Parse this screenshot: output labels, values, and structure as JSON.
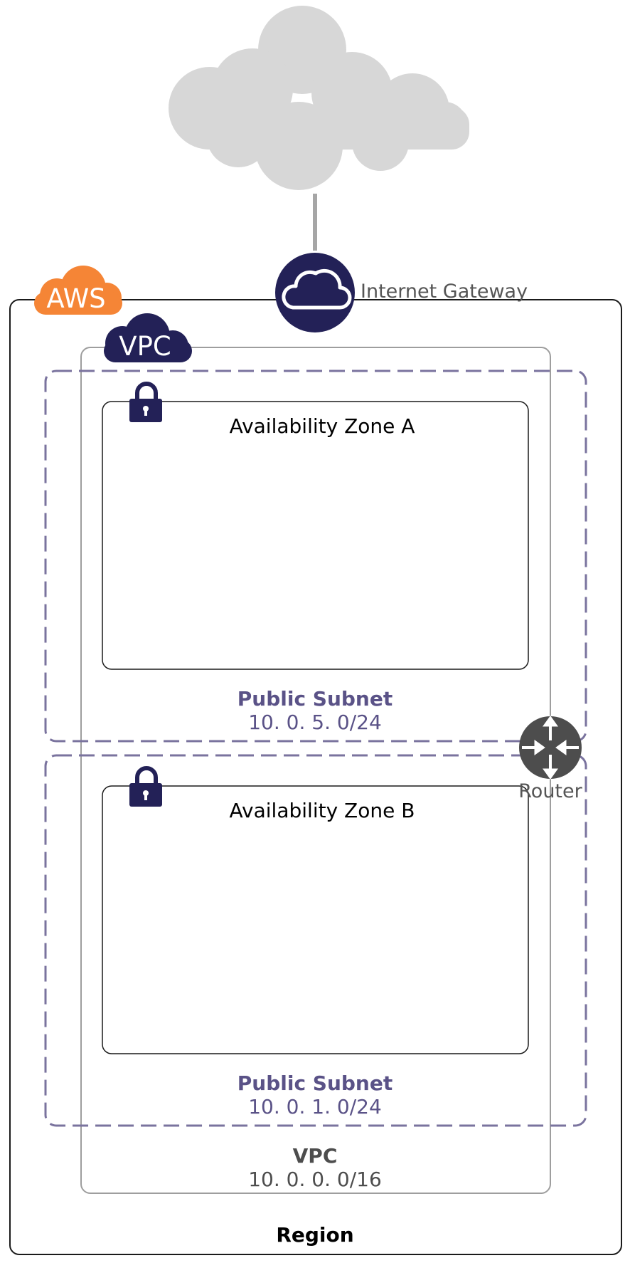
{
  "internet_gateway": {
    "label": "Internet Gateway",
    "icon": "cloud-icon"
  },
  "aws": {
    "label": "AWS",
    "color": "#F58536"
  },
  "vpc": {
    "badge": "VPC",
    "title": "VPC",
    "cidr": "10. 0. 0. 0/16",
    "color": "#232157"
  },
  "region": {
    "label": "Region"
  },
  "router": {
    "label": "Router",
    "icon": "router-icon",
    "color": "#4d4d4d"
  },
  "subnets": [
    {
      "zone": "Availability Zone A",
      "title": "Public Subnet",
      "cidr": "10. 0. 5. 0/24"
    },
    {
      "zone": "Availability Zone B",
      "title": "Public Subnet",
      "cidr": "10. 0. 1. 0/24"
    }
  ],
  "colors": {
    "subnet": "#7a739e",
    "subnet_text": "#5a5287",
    "cloud": "#d7d7d7",
    "lock": "#232157"
  }
}
